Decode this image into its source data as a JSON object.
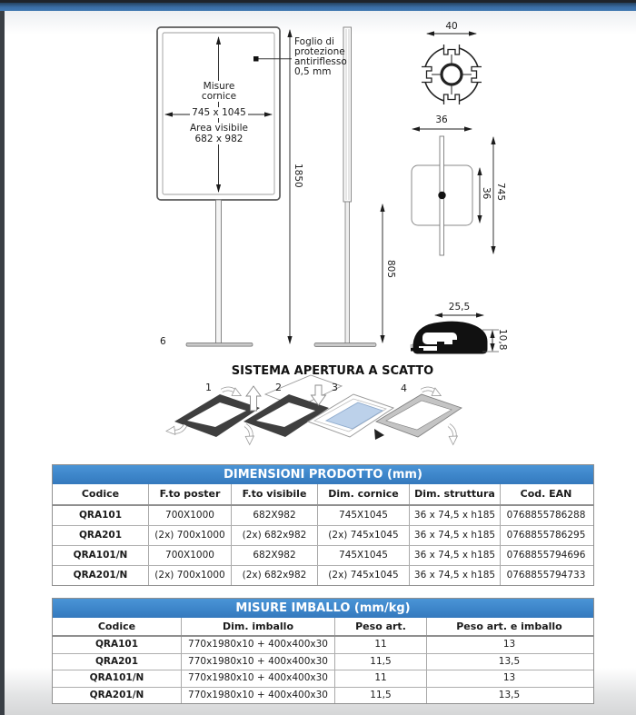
{
  "chrome": {
    "accent_blue": "#3c84c8",
    "top_bar_blue": "#3a6da5",
    "left_border_color": "#3a3f45"
  },
  "drawing": {
    "front": {
      "l1": "Misure",
      "l2": "cornice",
      "dim": "745 x 1045",
      "l3": "Area visibile",
      "l4": "682 x 982",
      "note1": "Foglio di",
      "note2": "protezione",
      "note3": "antiriflesso",
      "note4": "0,5 mm",
      "h": "1850",
      "base": "6"
    },
    "side": {
      "h": "805"
    },
    "section": {
      "w": "40"
    },
    "plate": {
      "w": "36",
      "d": "36",
      "h": "745"
    },
    "profile": {
      "w": "25,5",
      "h": "10,8"
    }
  },
  "snap_system": {
    "title": "SISTEMA APERTURA A SCATTO",
    "steps": [
      "1",
      "2",
      "3",
      "4"
    ]
  },
  "tables": {
    "product": {
      "title": "DIMENSIONI PRODOTTO (mm)",
      "headers": [
        "Codice",
        "F.to poster",
        "F.to visibile",
        "Dim. cornice",
        "Dim. struttura",
        "Cod. EAN"
      ],
      "rows": [
        [
          "QRA101",
          "700X1000",
          "682X982",
          "745X1045",
          "36 x 74,5 x h185",
          "0768855786288"
        ],
        [
          "QRA201",
          "(2x) 700x1000",
          "(2x) 682x982",
          "(2x) 745x1045",
          "36 x 74,5 x h185",
          "0768855786295"
        ],
        [
          "QRA101/N",
          "700X1000",
          "682X982",
          "745X1045",
          "36 x 74,5 x h185",
          "0768855794696"
        ],
        [
          "QRA201/N",
          "(2x) 700x1000",
          "(2x) 682x982",
          "(2x) 745x1045",
          "36 x 74,5 x h185",
          "0768855794733"
        ]
      ]
    },
    "packaging": {
      "title": "MISURE IMBALLO (mm/kg)",
      "headers": [
        "Codice",
        "Dim. imballo",
        "Peso art.",
        "Peso art. e imballo"
      ],
      "rows": [
        [
          "QRA101",
          "770x1980x10 + 400x400x30",
          "11",
          "13"
        ],
        [
          "QRA201",
          "770x1980x10 + 400x400x30",
          "11,5",
          "13,5"
        ],
        [
          "QRA101/N",
          "770x1980x10 + 400x400x30",
          "11",
          "13"
        ],
        [
          "QRA201/N",
          "770x1980x10 + 400x400x30",
          "11,5",
          "13,5"
        ]
      ]
    }
  }
}
